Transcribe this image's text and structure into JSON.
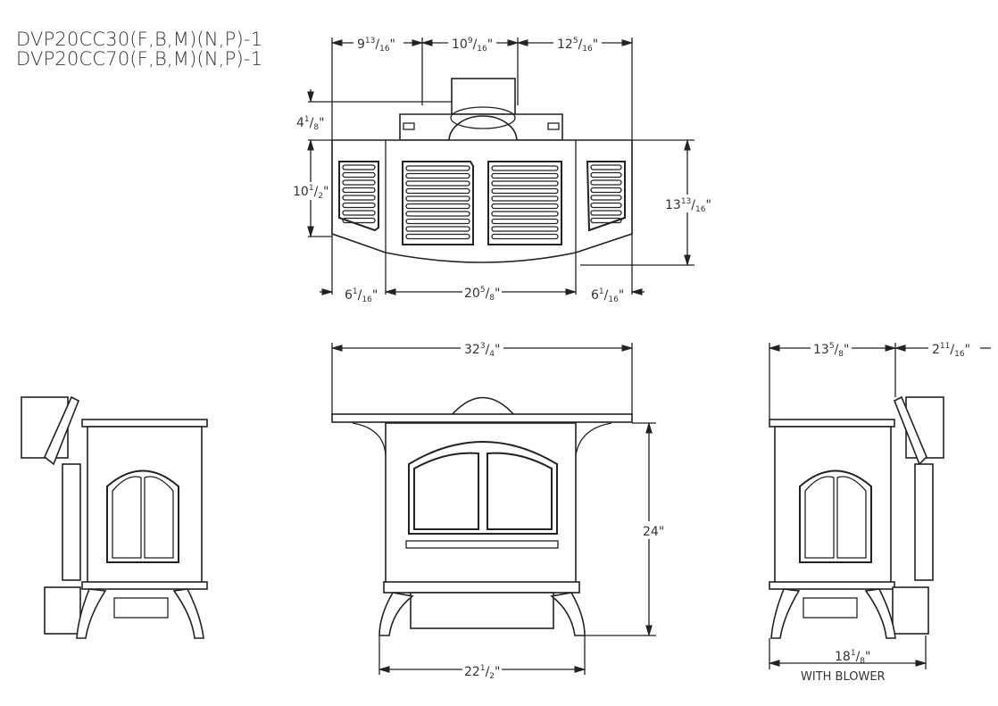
{
  "titles": [
    "DVP20CC30(F,B,M)(N,P)-1",
    "DVP20CC70(F,B,M)(N,P)-1"
  ],
  "top_view": {
    "dims": [
      {
        "whole": "9",
        "num": "13",
        "den": "16"
      },
      {
        "whole": "10",
        "num": "9",
        "den": "16"
      },
      {
        "whole": "12",
        "num": "5",
        "den": "16"
      },
      {
        "whole": "4",
        "num": "1",
        "den": "8"
      },
      {
        "whole": "10",
        "num": "1",
        "den": "2"
      },
      {
        "whole": "13",
        "num": "13",
        "den": "16"
      },
      {
        "whole": "6",
        "num": "1",
        "den": "16"
      },
      {
        "whole": "20",
        "num": "5",
        "den": "8"
      },
      {
        "whole": "6",
        "num": "1",
        "den": "16"
      }
    ]
  },
  "front_view": {
    "width": {
      "whole": "32",
      "num": "3",
      "den": "4"
    },
    "height": {
      "whole": "24",
      "num": "",
      "den": ""
    },
    "base": {
      "whole": "22",
      "num": "1",
      "den": "2"
    }
  },
  "side_view": {
    "depth": {
      "whole": "13",
      "num": "5",
      "den": "8"
    },
    "flue": {
      "whole": "2",
      "num": "11",
      "den": "16"
    },
    "blower": {
      "whole": "18",
      "num": "1",
      "den": "8"
    },
    "blower_note": "WITH BLOWER"
  },
  "inch_mark": "\""
}
